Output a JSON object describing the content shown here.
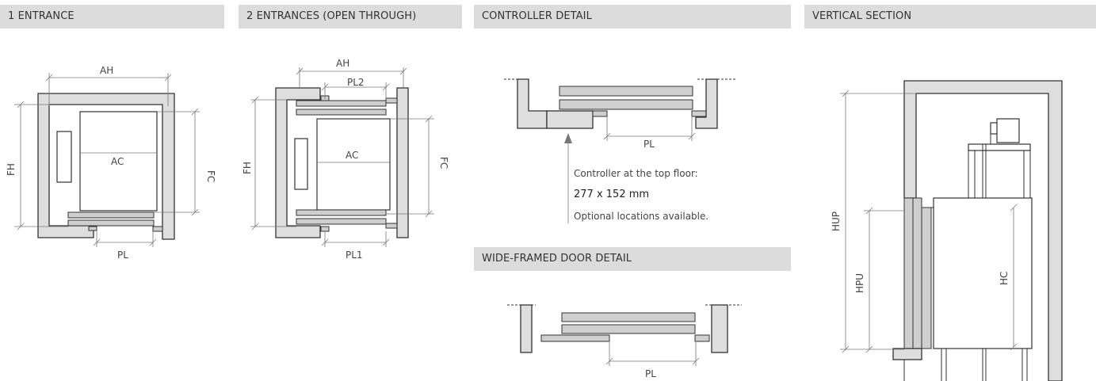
{
  "sections": {
    "one_entrance": "1 ENTRANCE",
    "two_entrances": "2 ENTRANCES (OPEN THROUGH)",
    "controller_detail": "CONTROLLER DETAIL",
    "vertical_section": "VERTICAL SECTION",
    "wide_framed": "WIDE-FRAMED DOOR DETAIL"
  },
  "labels": {
    "ah": "AH",
    "ac": "AC",
    "fh": "FH",
    "fc": "FC",
    "pl": "PL",
    "pl1": "PL1",
    "pl2": "PL2",
    "hup": "HUP",
    "hpu": "HPU",
    "hc": "HC"
  },
  "controller_note": {
    "line1": "Controller at the top floor:",
    "line2": "277 x 152 mm",
    "line3": "Optional locations available."
  }
}
